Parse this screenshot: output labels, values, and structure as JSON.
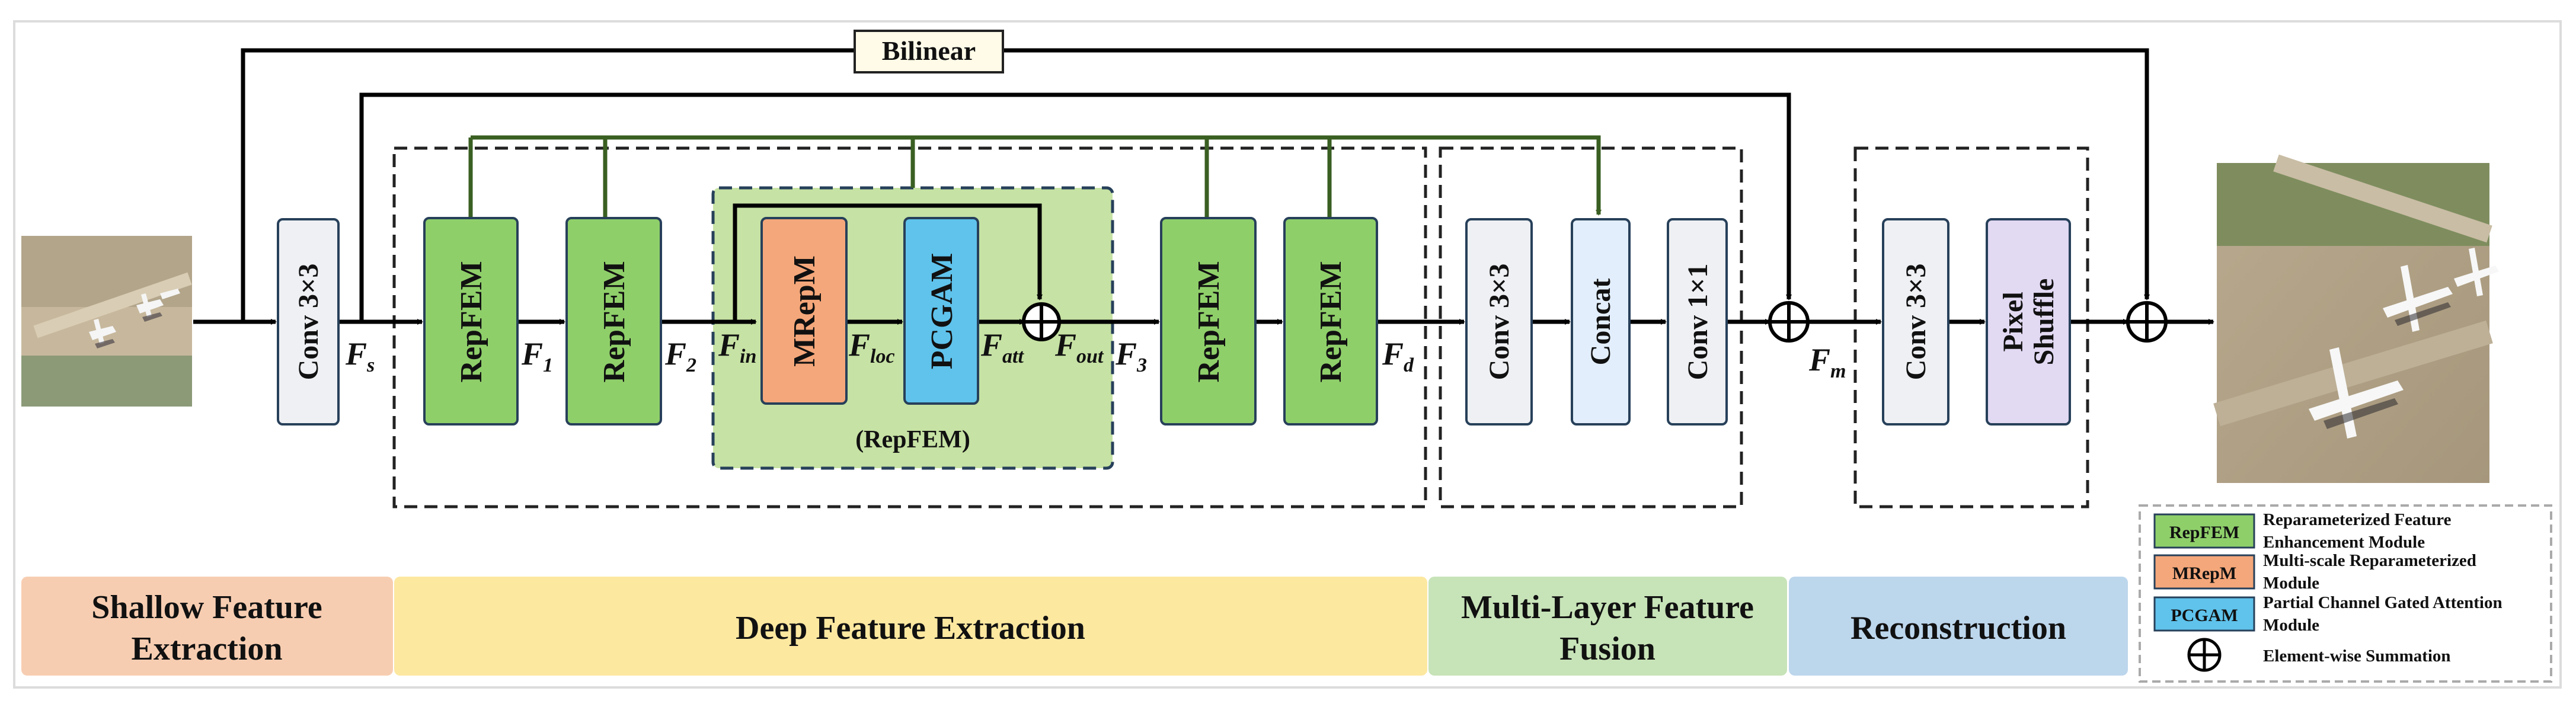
{
  "bilinear_label": "Bilinear",
  "conv3x3_label": "Conv 3×3",
  "conv1x1_label": "Conv 1×1",
  "repfem_label": "RepFEM",
  "mrepm_label": "MRepM",
  "pcgam_label": "PCGAM",
  "concat_label": "Concat",
  "pixel_shuffle": {
    "line1": "Pixel",
    "line2": "Shuffle"
  },
  "repfem_group_caption": "(RepFEM)",
  "features": {
    "fs": {
      "base": "F",
      "sub": "s"
    },
    "f1": {
      "base": "F",
      "sub": "1"
    },
    "f2": {
      "base": "F",
      "sub": "2"
    },
    "fin": {
      "base": "F",
      "sub": "in"
    },
    "floc": {
      "base": "F",
      "sub": "loc"
    },
    "fatt": {
      "base": "F",
      "sub": "att"
    },
    "fout": {
      "base": "F",
      "sub": "out"
    },
    "f3": {
      "base": "F",
      "sub": "3"
    },
    "fd": {
      "base": "F",
      "sub": "d"
    },
    "fm": {
      "base": "F",
      "sub": "m"
    }
  },
  "stages": {
    "shallow": {
      "line1": "Shallow Feature",
      "line2": "Extraction",
      "color": "#f7cdb1"
    },
    "deep": {
      "line1": "Deep Feature Extraction",
      "color": "#fde8a0"
    },
    "fusion": {
      "line1": "Multi-Layer Feature",
      "line2": "Fusion",
      "color": "#c7e3b8"
    },
    "recon": {
      "line1": "Reconstruction",
      "color": "#bcd6ec"
    }
  },
  "legend": {
    "repfem": {
      "tag": "RepFEM",
      "line1": "Reparameterized Feature",
      "line2": "Enhancement Module"
    },
    "mrepm": {
      "tag": "MRepM",
      "line1": "Multi-scale Reparameterized",
      "line2": "Module"
    },
    "pcgam": {
      "tag": "PCGAM",
      "line1": "Partial Channel Gated Attention",
      "line2": "Module"
    },
    "sum": {
      "line1": "Element-wise Summation"
    }
  },
  "colors": {
    "repfem": "#8fcf6a",
    "mrepm": "#f4a77a",
    "pcgam": "#5fc3ec",
    "conv": "#eef0f3",
    "concat": "#e2eefb",
    "pixel": "#e2d9f3",
    "group_bg": "#c6e2a4",
    "skip_green": "#3a5f22"
  }
}
